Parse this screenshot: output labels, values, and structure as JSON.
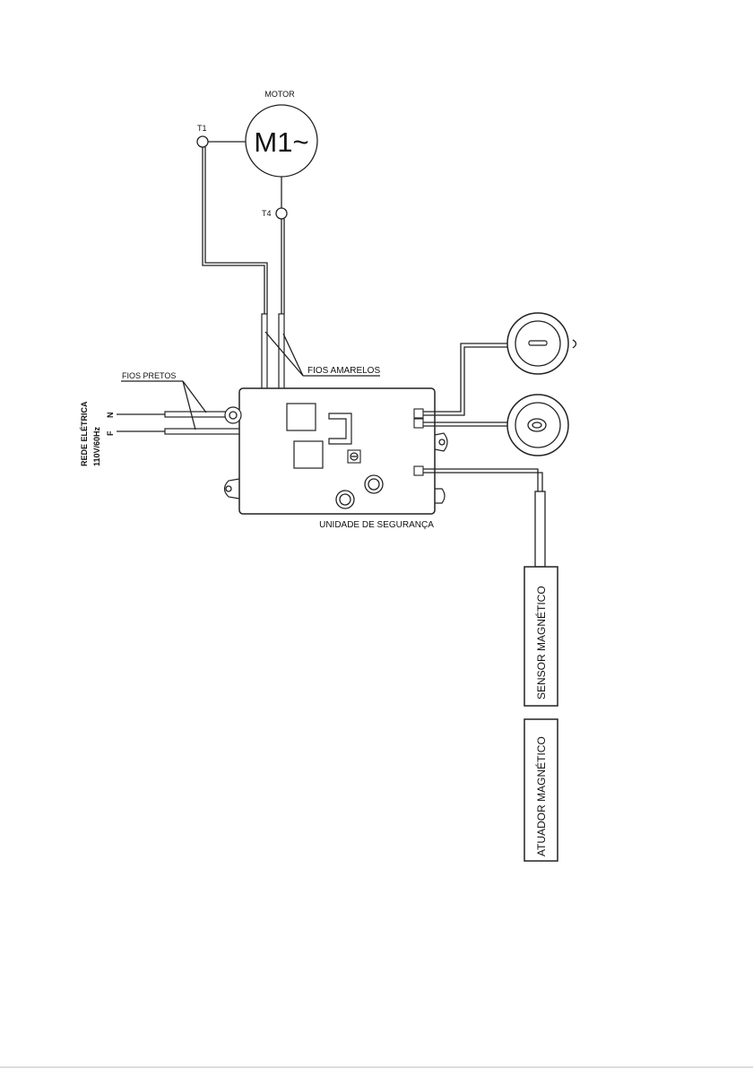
{
  "motor": {
    "title": "MOTOR",
    "symbol": "M1~",
    "terminal_1": "T1",
    "terminal_4": "T4"
  },
  "wires": {
    "yellow": "FIOS AMARELOS",
    "black": "FIOS PRETOS"
  },
  "mains": {
    "label": "REDE ELÉTRICA",
    "voltage": "110V/60Hz",
    "n": "N",
    "f": "F"
  },
  "board": {
    "label": "UNIDADE DE SEGURANÇA"
  },
  "sensor": {
    "label": "SENSOR MAGNÉTICO"
  },
  "actuator": {
    "label": "ATUADOR MAGNÉTICO"
  }
}
